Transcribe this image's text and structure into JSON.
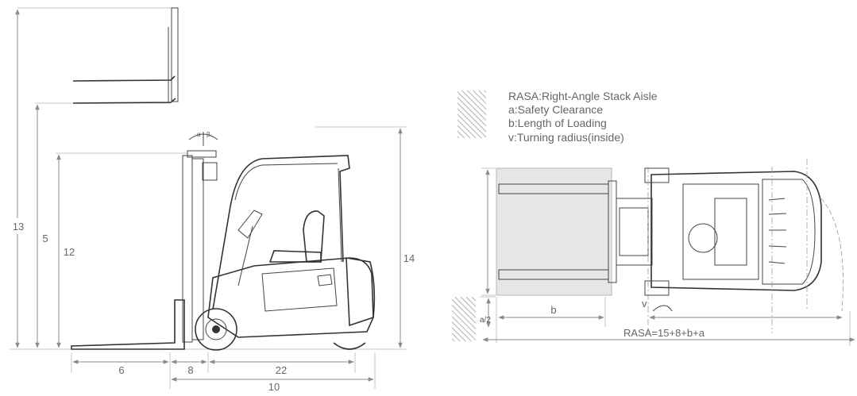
{
  "side_view": {
    "dims": {
      "d13": "13",
      "d5": "5",
      "d12": "12",
      "d14": "14",
      "d6": "6",
      "d8": "8",
      "d22": "22",
      "d10": "10"
    },
    "tilt_labels": {
      "alpha": "α",
      "beta": "β"
    }
  },
  "top_view": {
    "legend": [
      "RASA:Right-Angle Stack Aisle",
      "a:Safety Clearance",
      "b:Length of Loading",
      "v:Turning radius(inside)"
    ],
    "dims": {
      "a_half": "a/2",
      "b": "b",
      "v": "v",
      "rasa": "RASA=15+8+b+a"
    }
  },
  "colors": {
    "line": "#333333",
    "dimension": "#8a8a8a",
    "hatch": "#b8b8b8",
    "load": "#e6e6e6"
  }
}
